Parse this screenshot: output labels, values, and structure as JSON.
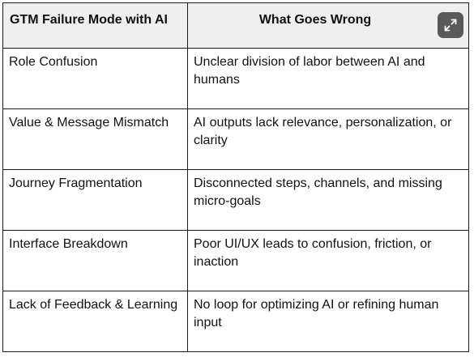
{
  "table": {
    "headers": [
      "GTM Failure Mode with AI",
      "What Goes Wrong"
    ],
    "rows": [
      [
        "Role Confusion",
        "Unclear division of labor between AI and humans"
      ],
      [
        "Value & Message Mismatch",
        "AI outputs lack relevance, personalization, or clarity"
      ],
      [
        "Journey Fragmentation",
        "Disconnected steps, channels, and missing micro-goals"
      ],
      [
        "Interface Breakdown",
        "Poor UI/UX leads to confusion, friction, or inaction"
      ],
      [
        "Lack of Feedback & Learning",
        "No loop for optimizing AI or refining human input"
      ]
    ]
  },
  "expand_button": {
    "icon": "expand-icon",
    "color": "#5a5a5a"
  },
  "colors": {
    "header_background": "#efefef",
    "border": "#1a1a1a",
    "text": "#111111"
  }
}
